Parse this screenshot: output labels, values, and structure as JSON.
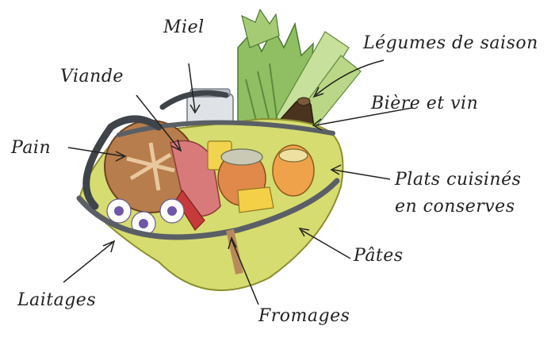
{
  "illustration": "grocery-basket",
  "labels": {
    "miel": "Miel",
    "legumes": "Légumes de saison",
    "viande": "Viande",
    "biere": "Bière et vin",
    "pain": "Pain",
    "plats_line1": "Plats cuisinés",
    "plats_line2": "en conserves",
    "pates": "Pâtes",
    "laitages": "Laitages",
    "fromages": "Fromages"
  },
  "colors": {
    "basket": "#d6dc6f",
    "basket_rim": "#5a5f66",
    "bread": "#b87d4c",
    "celery": "#7cab55",
    "ink": "#222222"
  }
}
